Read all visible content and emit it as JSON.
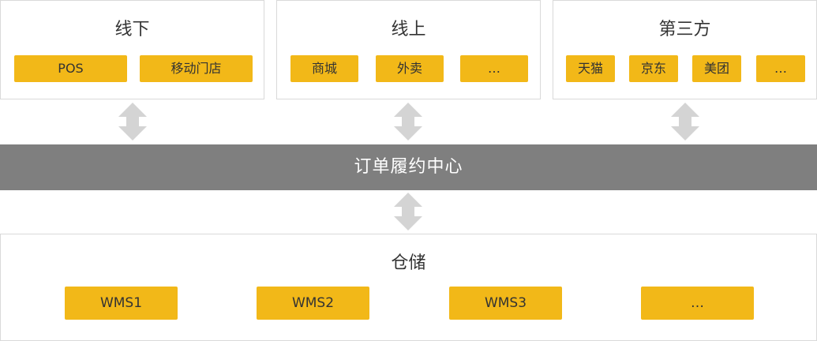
{
  "colors": {
    "chip": "#f2b818",
    "band": "#7f7f7f",
    "arrow": "#d4d4d4",
    "border": "#d9d9d9"
  },
  "top_groups": [
    {
      "title": "线下",
      "items": [
        "POS",
        "移动门店"
      ]
    },
    {
      "title": "线上",
      "items": [
        "商城",
        "外卖",
        "…"
      ]
    },
    {
      "title": "第三方",
      "items": [
        "天猫",
        "京东",
        "美团",
        "…"
      ]
    }
  ],
  "center": {
    "label": "订单履约中心"
  },
  "warehouse": {
    "title": "仓储",
    "items": [
      "WMS1",
      "WMS2",
      "WMS3",
      "…"
    ]
  },
  "icons": {
    "connector": "double-arrow-vertical-icon"
  }
}
